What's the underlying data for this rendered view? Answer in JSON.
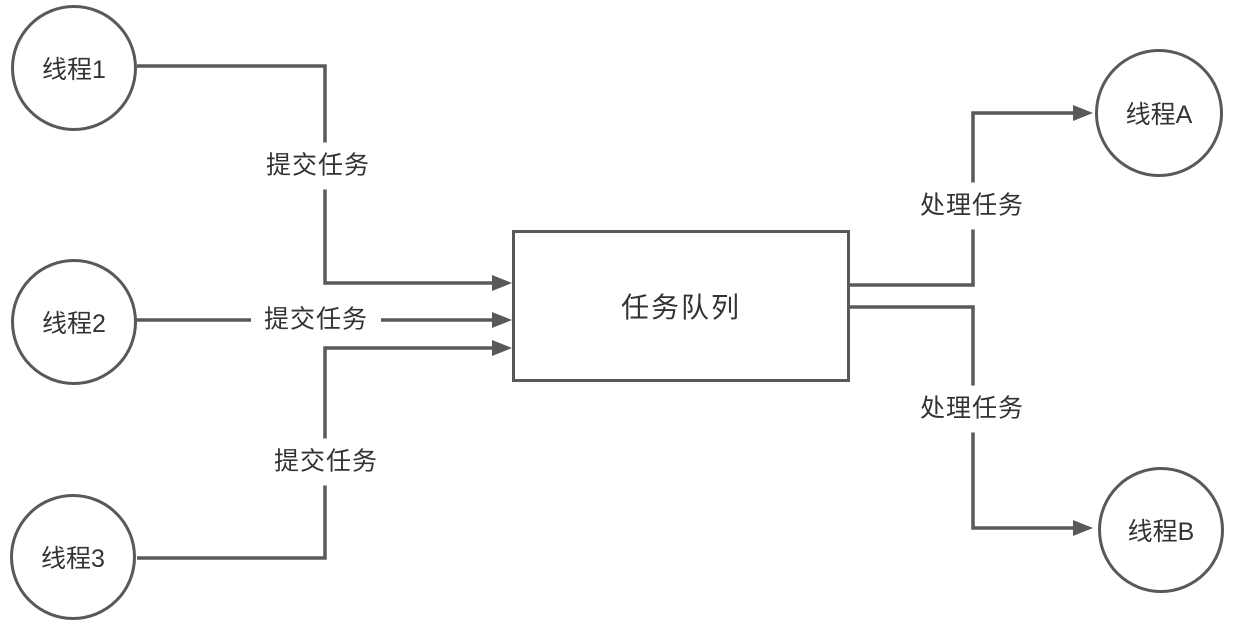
{
  "diagram": {
    "colors": {
      "line": "#595959",
      "node_border": "#595959",
      "text": "#333333",
      "background": "#ffffff"
    },
    "queue": {
      "label": "任务队列"
    },
    "producers": [
      {
        "label": "线程1"
      },
      {
        "label": "线程2"
      },
      {
        "label": "线程3"
      }
    ],
    "consumers": [
      {
        "label": "线程A"
      },
      {
        "label": "线程B"
      }
    ],
    "edges": {
      "submit_labels": [
        "提交任务",
        "提交任务",
        "提交任务"
      ],
      "process_labels": [
        "处理任务",
        "处理任务"
      ]
    }
  }
}
